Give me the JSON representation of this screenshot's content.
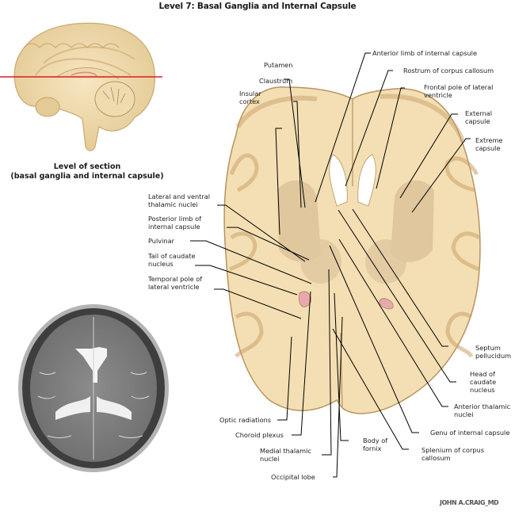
{
  "title": "Level 7: Basal Ganglia and Internal Capsule",
  "inset": {
    "caption_line1": "Level of section",
    "caption_line2": "(basal ganglia and internal capsule)",
    "section_line_color": "#d81e1e"
  },
  "mri": {
    "description": "Axial T2-weighted MRI at level of basal ganglia"
  },
  "labels_left": [
    {
      "id": "putamen",
      "lines": [
        "Putamen"
      ]
    },
    {
      "id": "claustrum",
      "lines": [
        "Claustrum"
      ]
    },
    {
      "id": "insular-cortex",
      "lines": [
        "Insular",
        "cortex"
      ]
    },
    {
      "id": "lateral-ventral-thalamic",
      "lines": [
        "Lateral and ventral",
        "thalamic nuclei"
      ]
    },
    {
      "id": "posterior-limb",
      "lines": [
        "Posterior limb of",
        "internal capsule"
      ]
    },
    {
      "id": "pulvinar",
      "lines": [
        "Pulvinar"
      ]
    },
    {
      "id": "tail-caudate",
      "lines": [
        "Tail of caudate",
        "nucleus"
      ]
    },
    {
      "id": "temporal-pole",
      "lines": [
        "Temporal pole of",
        "lateral ventricle"
      ]
    },
    {
      "id": "optic-radiations",
      "lines": [
        "Optic radiations"
      ]
    },
    {
      "id": "choroid-plexus",
      "lines": [
        "Choroid plexus"
      ]
    },
    {
      "id": "medial-thalamic",
      "lines": [
        "Medial thalamic",
        "nuclei"
      ]
    },
    {
      "id": "occipital-lobe",
      "lines": [
        "Occipital lobe"
      ]
    },
    {
      "id": "body-fornix",
      "lines": [
        "Body of",
        "fornix"
      ]
    }
  ],
  "labels_right": [
    {
      "id": "anterior-limb",
      "lines": [
        "Anterior limb of internal capsule"
      ]
    },
    {
      "id": "rostrum",
      "lines": [
        "Rostrum of corpus callosum"
      ]
    },
    {
      "id": "frontal-pole",
      "lines": [
        "Frontal pole of lateral",
        "ventricle"
      ]
    },
    {
      "id": "external-capsule",
      "lines": [
        "External",
        "capsule"
      ]
    },
    {
      "id": "extreme-capsule",
      "lines": [
        "Extreme",
        "capsule"
      ]
    },
    {
      "id": "septum",
      "lines": [
        "Septum",
        "pellucidum"
      ]
    },
    {
      "id": "head-caudate",
      "lines": [
        "Head of",
        "caudate",
        "nucleus"
      ]
    },
    {
      "id": "anterior-thalamic",
      "lines": [
        "Anterior thalamic",
        "nuclei"
      ]
    },
    {
      "id": "genu",
      "lines": [
        "Genu of internal capsule"
      ]
    },
    {
      "id": "splenium",
      "lines": [
        "Splenium of corpus",
        "callosum"
      ]
    }
  ],
  "signature": "JOHN A.CRAIG_MD"
}
